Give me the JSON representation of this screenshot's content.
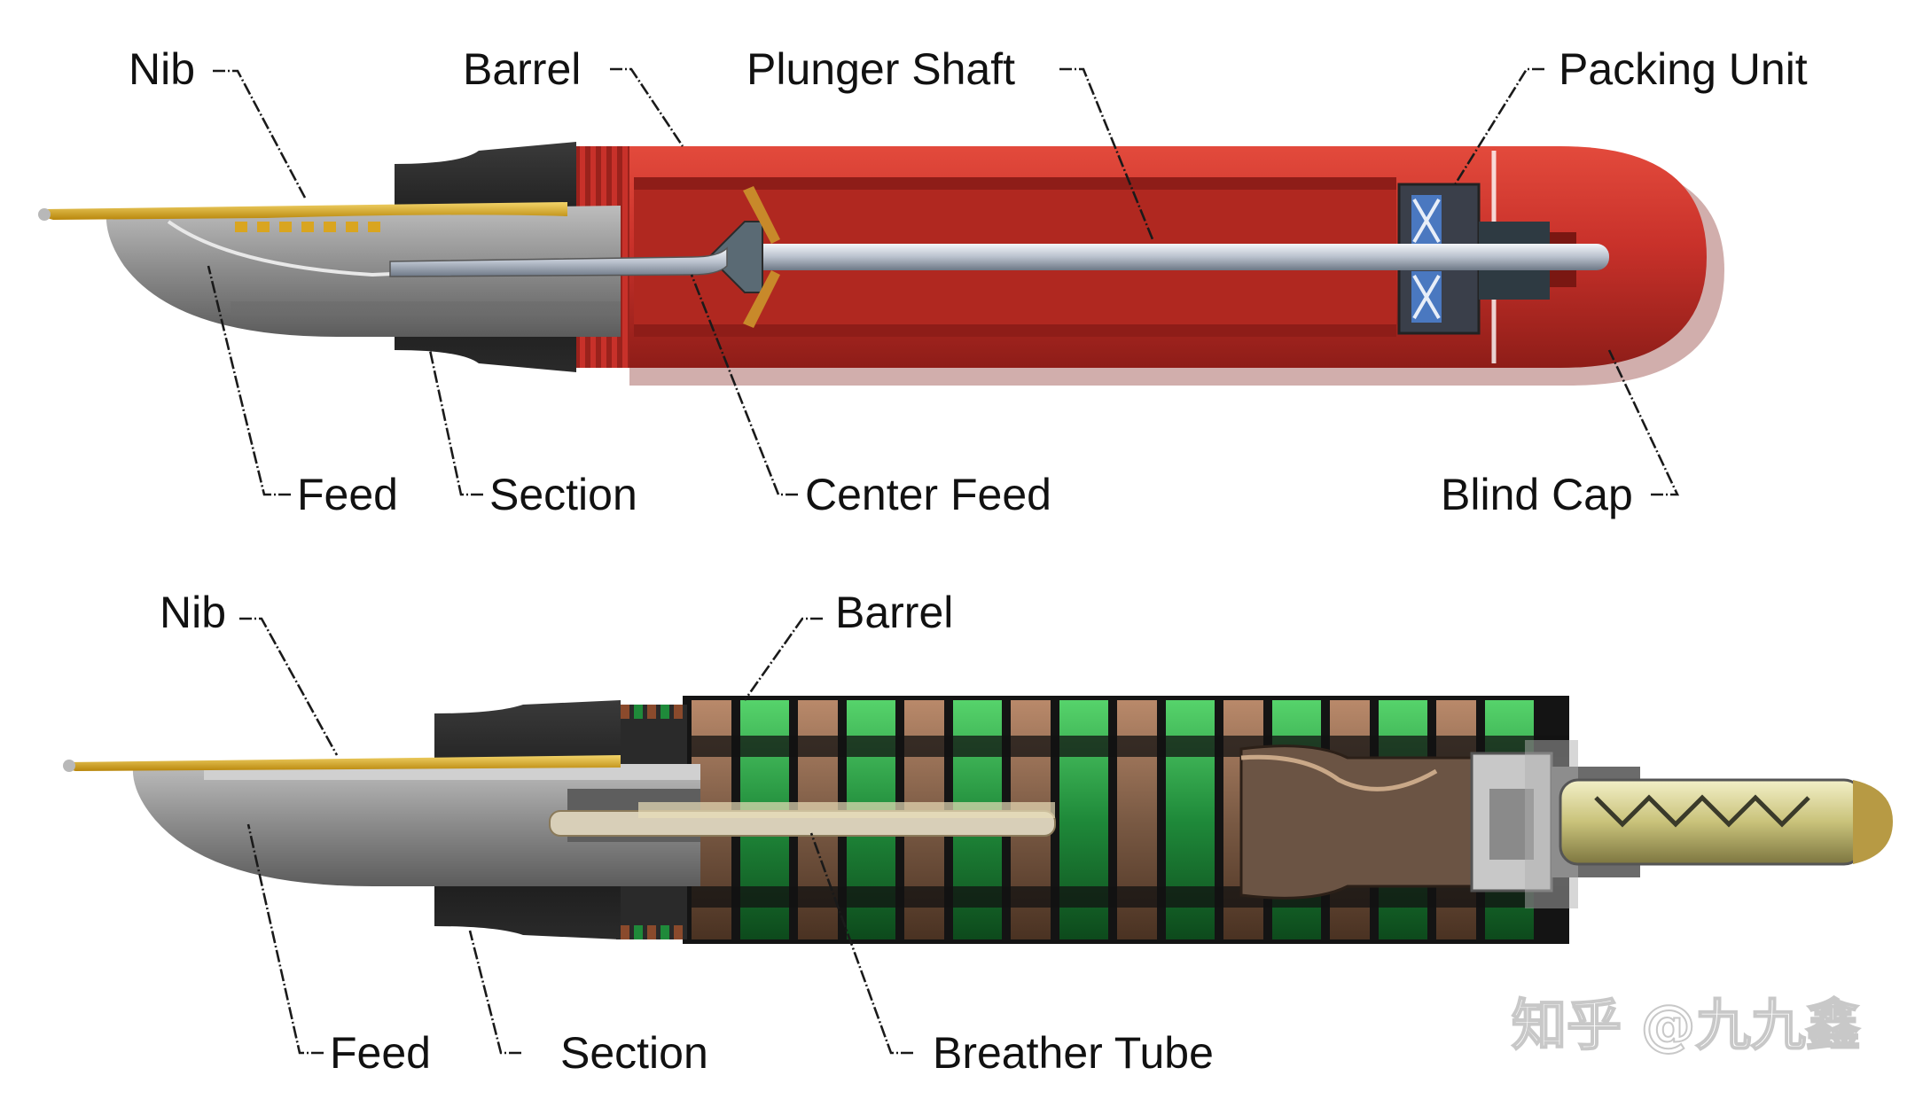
{
  "diagram_top": {
    "labels": {
      "nib": "Nib",
      "barrel": "Barrel",
      "plunger_shaft": "Plunger Shaft",
      "packing_unit": "Packing Unit",
      "feed": "Feed",
      "section": "Section",
      "center_feed": "Center Feed",
      "blind_cap": "Blind Cap"
    }
  },
  "diagram_bottom": {
    "labels": {
      "nib": "Nib",
      "barrel": "Barrel",
      "feed": "Feed",
      "section": "Section",
      "breather_tube": "Breather Tube"
    }
  },
  "watermark": {
    "text": "知乎 @九九鑫"
  },
  "colors": {
    "barrel_red": "#c8312a",
    "barrel_red_dark": "#8e1d18",
    "section_black": "#161616",
    "feed_gray": "#8c8c8c",
    "nib_gold": "#d9a520",
    "stripe_green": "#1f8a3a",
    "stripe_brown": "#8a4a2c"
  }
}
